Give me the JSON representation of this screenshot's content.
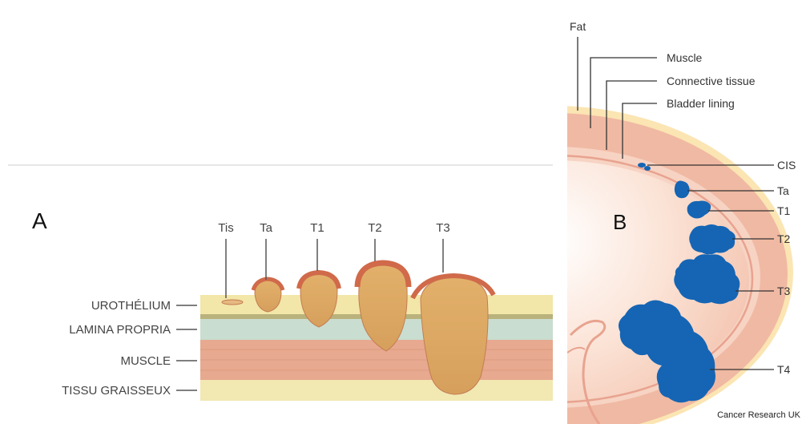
{
  "panel_a": {
    "letter": "A",
    "stages": [
      "Tis",
      "Ta",
      "T1",
      "T2",
      "T3"
    ],
    "layers": [
      "UROTHÉLIUM",
      "LAMINA PROPRIA",
      "MUSCLE",
      "TISSU GRAISSEUX"
    ]
  },
  "panel_b": {
    "letter": "B",
    "top_labels": [
      "Fat",
      "Muscle",
      "Connective tissue",
      "Bladder lining"
    ],
    "stages": [
      "CIS",
      "Ta",
      "T1",
      "T2",
      "T3",
      "T4"
    ],
    "credit": "Cancer Research UK"
  },
  "colors": {
    "tumor_blue": "#1565b4",
    "tumor_orange": "#d49a52",
    "tumor_rim": "#d06a4a",
    "urothelium": "#f2e6a8",
    "lamina": "#c9ddd0",
    "muscle": "#e7a98f",
    "fat": "#f1e8b2",
    "bladder_fat": "#fbe5b3",
    "bladder_muscle": "#f0b9a3"
  }
}
